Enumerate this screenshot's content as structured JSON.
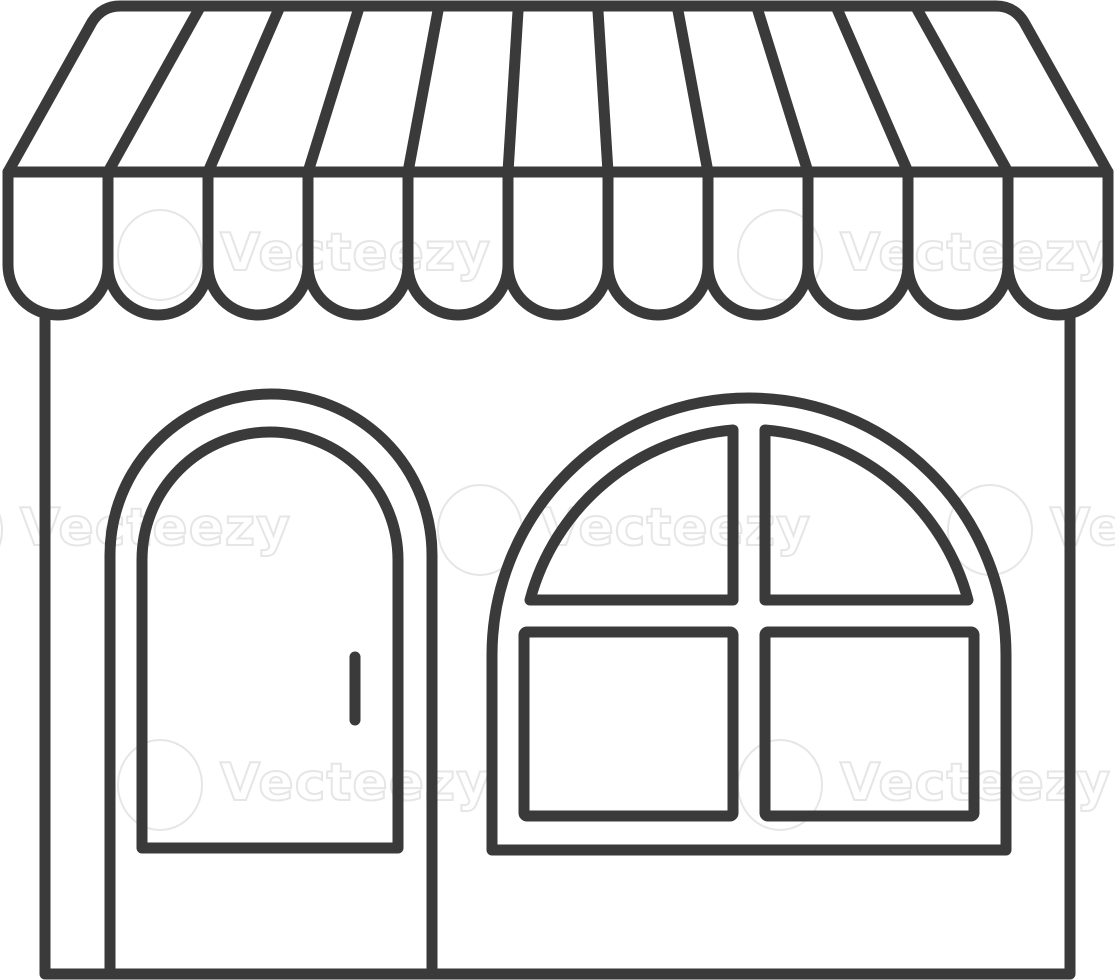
{
  "illustration": {
    "subject": "storefront-line-icon",
    "stroke_color": "#3a3a3a",
    "background_color": "#ffffff",
    "awning_scallop_count": 11,
    "parts": [
      "striped-awning",
      "scalloped-valance",
      "shop-wall",
      "arched-door",
      "arched-window"
    ]
  },
  "watermark": {
    "text": "Vecteezy",
    "color": "#e6e6e6"
  }
}
